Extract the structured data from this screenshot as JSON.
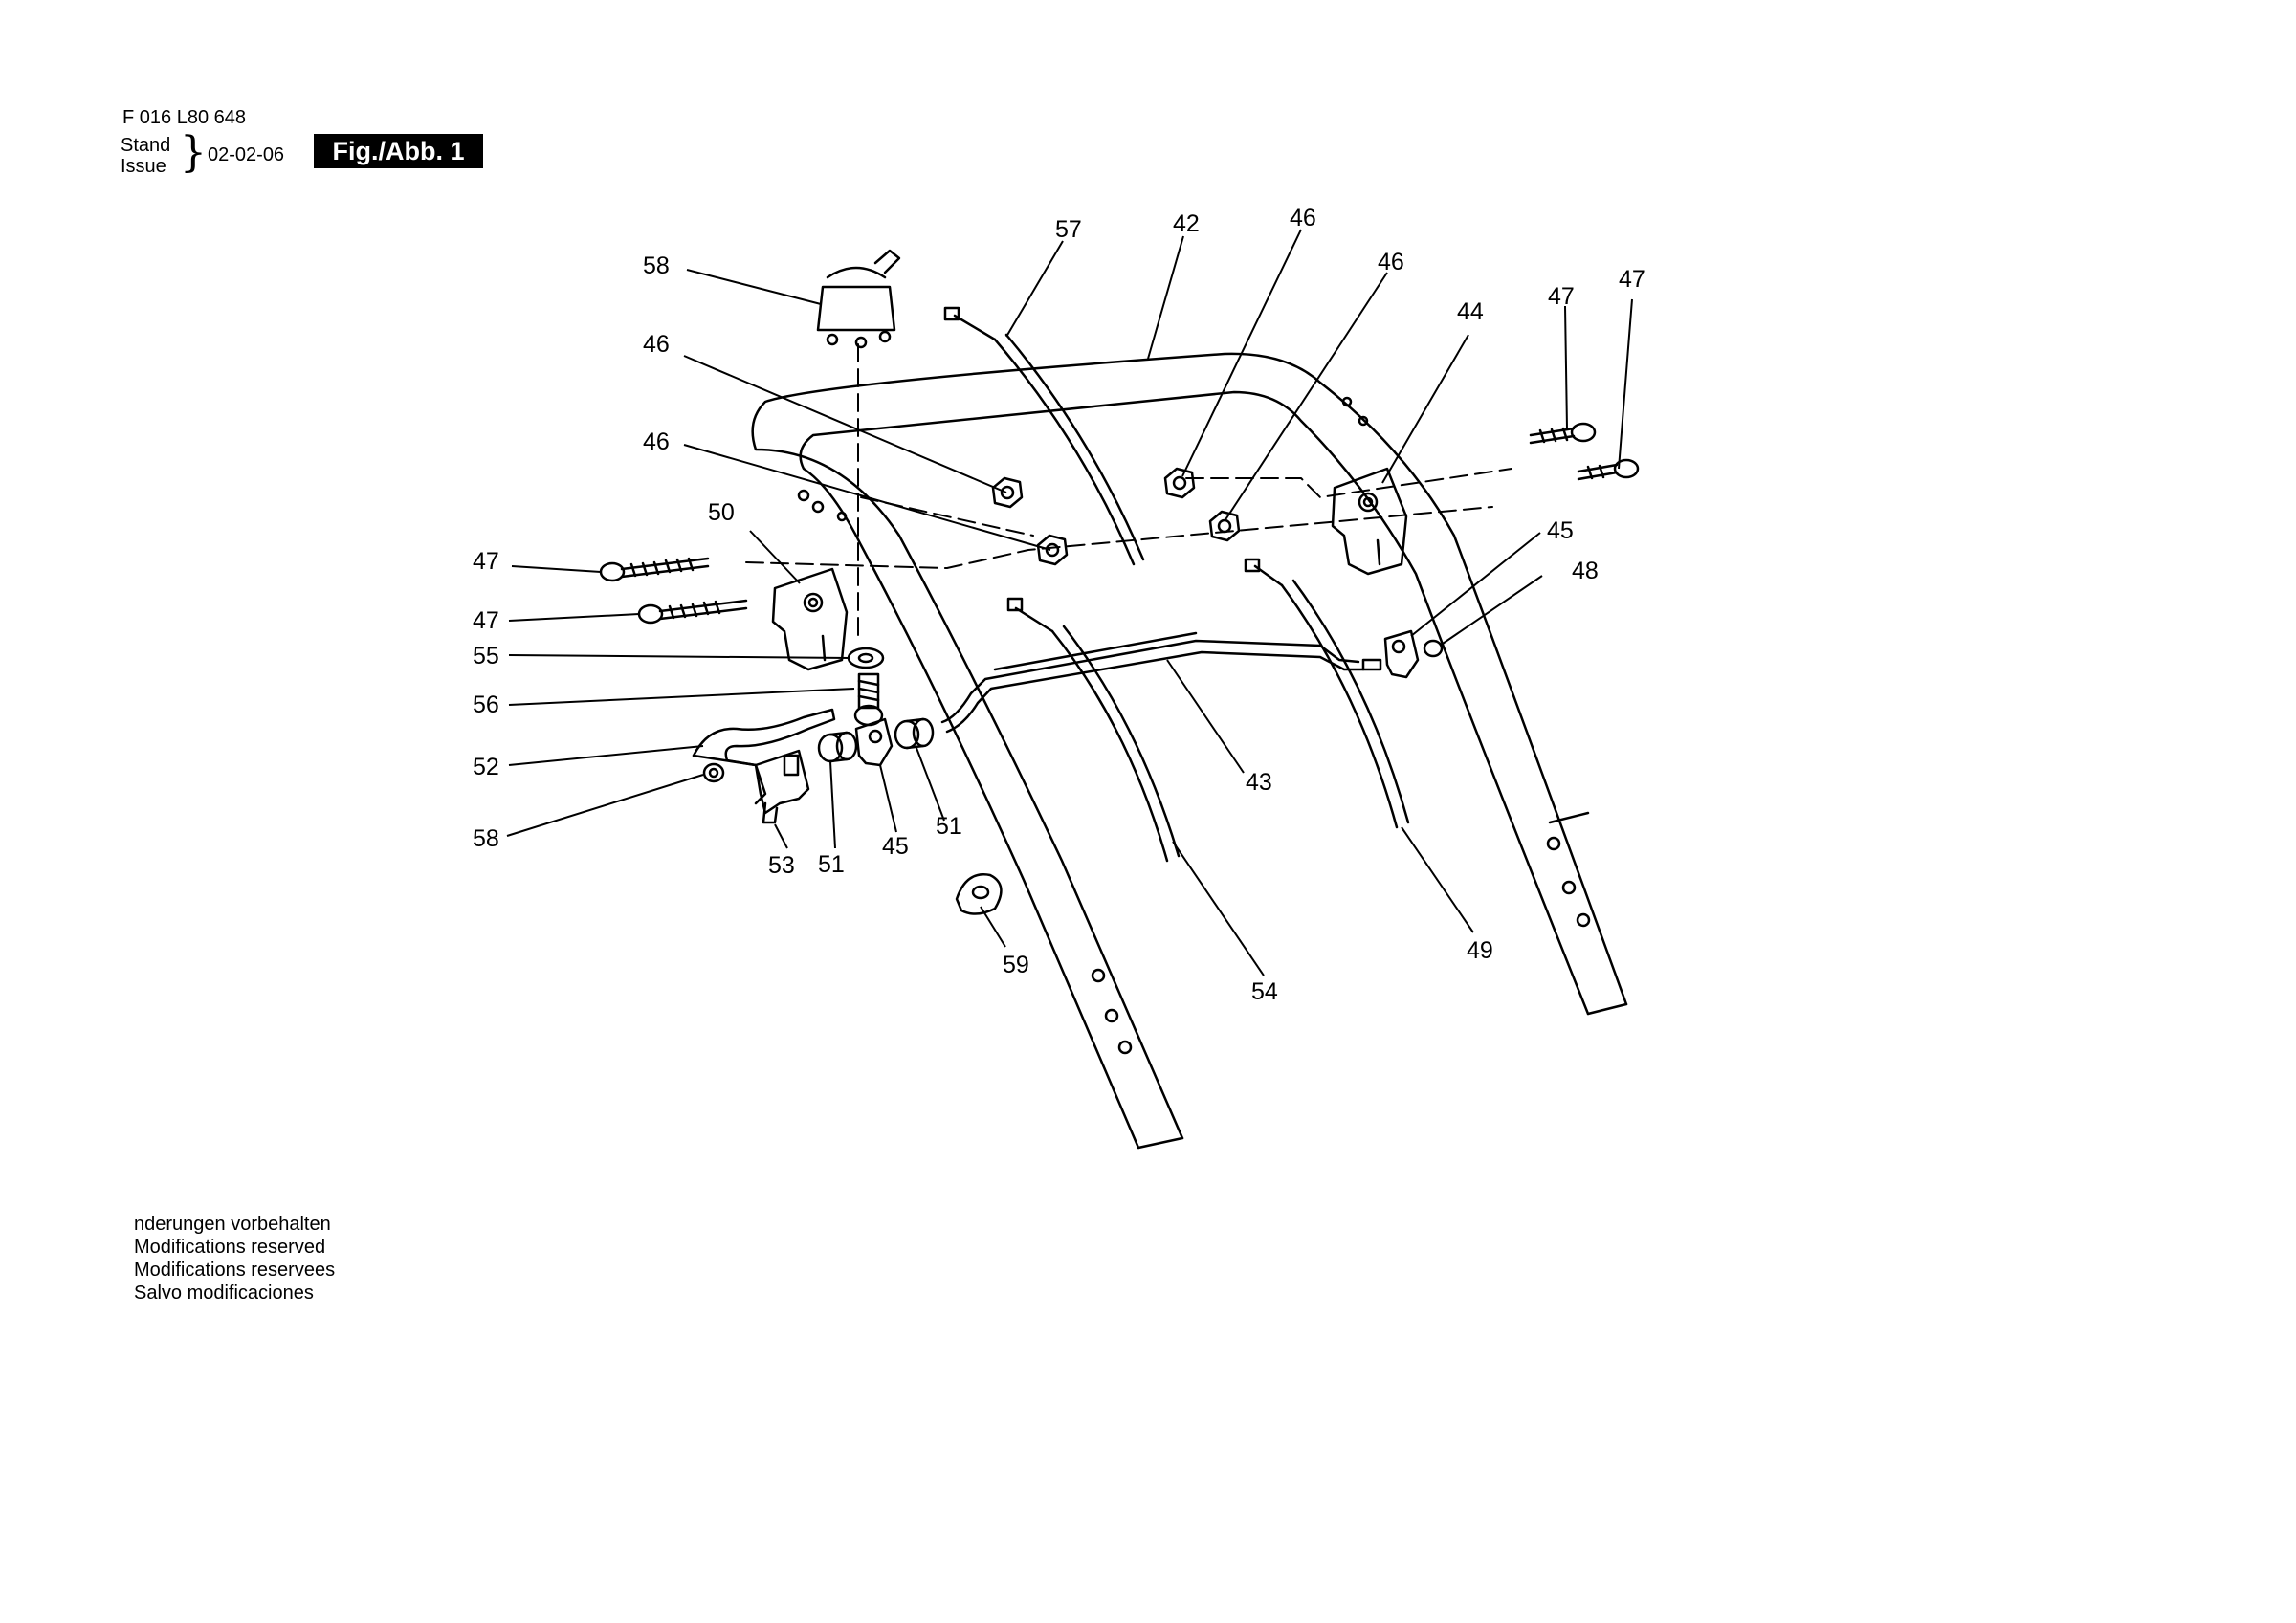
{
  "header": {
    "part_number": "F 016 L80 648",
    "stand_label": "Stand",
    "issue_label": "Issue",
    "brace": "}",
    "date": "02-02-06",
    "figure_label": "Fig./Abb. 1"
  },
  "footer": [
    "nderungen vorbehalten",
    "Modifications reserved",
    "Modifications reservees",
    "Salvo modificaciones"
  ],
  "callouts": [
    "58",
    "57",
    "42",
    "46",
    "46",
    "44",
    "47",
    "47",
    "46",
    "46",
    "50",
    "47",
    "47",
    "55",
    "56",
    "52",
    "58",
    "53",
    "51",
    "45",
    "51",
    "43",
    "45",
    "48",
    "59",
    "54",
    "49"
  ]
}
